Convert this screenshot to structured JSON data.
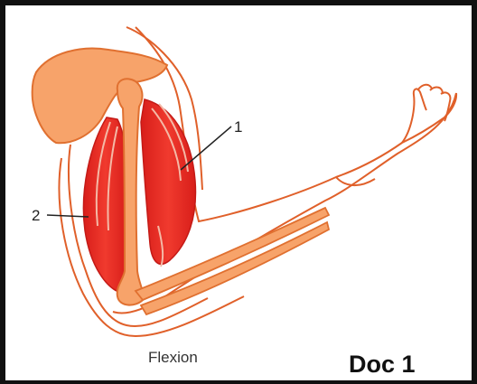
{
  "figure": {
    "labels": [
      "1",
      "2"
    ],
    "caption": "Flexion",
    "doc_title": "Doc 1"
  },
  "colors": {
    "outline": "#e0602a",
    "bone_fill": "#f7a36a",
    "bone_stroke": "#e07030",
    "muscle": "#ec2a22",
    "muscle_light": "#f4b9a6",
    "leader_line": "#222222",
    "frame": "#111111"
  }
}
